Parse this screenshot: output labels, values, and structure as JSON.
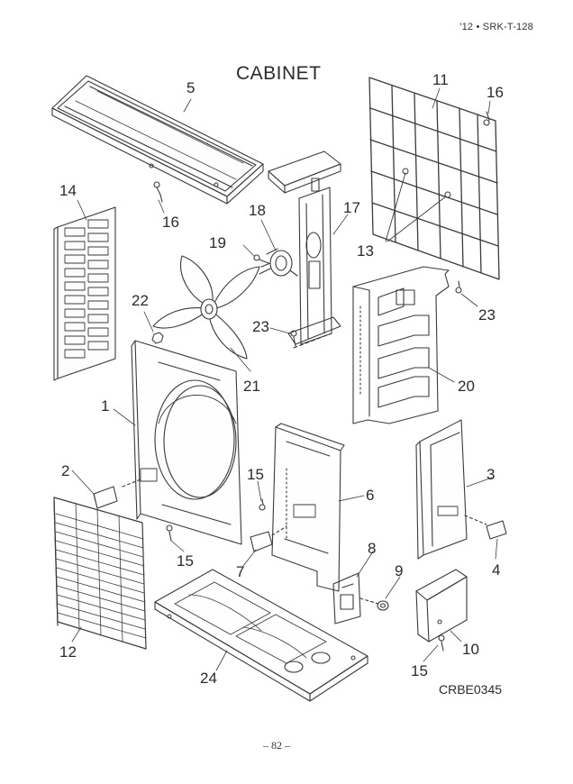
{
  "header": {
    "doc_id": "'12 • SRK-T-128"
  },
  "title": "CABINET",
  "drawing_code": "CRBE0345",
  "page_number": "– 82 –",
  "callouts": {
    "n1": "1",
    "n2": "2",
    "n3": "3",
    "n4": "4",
    "n5": "5",
    "n6": "6",
    "n7": "7",
    "n8": "8",
    "n9": "9",
    "n10": "10",
    "n11": "11",
    "n12": "12",
    "n13": "13",
    "n14": "14",
    "n15a": "15",
    "n15b": "15",
    "n15c": "15",
    "n16a": "16",
    "n16b": "16",
    "n17": "17",
    "n18": "18",
    "n19": "19",
    "n20": "20",
    "n21": "21",
    "n22": "22",
    "n23a": "23",
    "n23b": "23",
    "n24": "24"
  }
}
